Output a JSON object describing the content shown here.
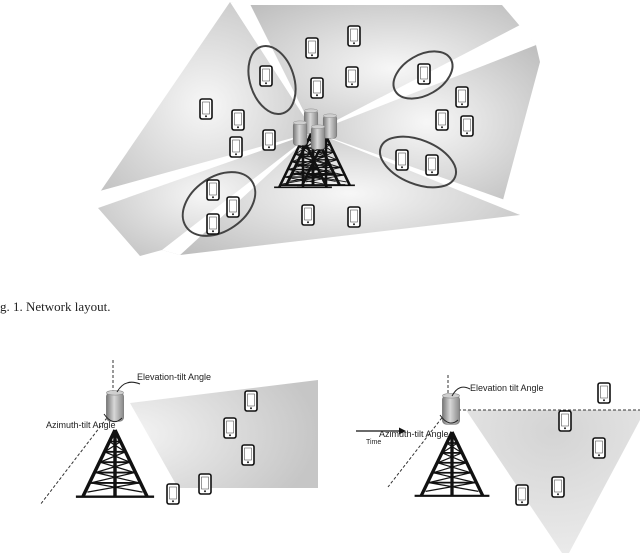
{
  "figure1": {
    "caption": "g. 1.  Network layout."
  },
  "figure2": {
    "left": {
      "elevation_label": "Elevation-tilt Angle",
      "azimuth_label": "Azimuth-tilt Angle"
    },
    "right": {
      "elevation_label": "Elevation tilt Angle",
      "azimuth_label": "Azimuth-tilt Angle"
    },
    "time_label": "Time"
  },
  "icons": {
    "phone": "mobile-phone-icon",
    "tower": "cell-tower-icon",
    "antenna": "antenna-panel-icon"
  },
  "colors": {
    "sector_fill": "#b9b9b9",
    "ellipse_stroke": "#444444",
    "tower_black": "#111111"
  }
}
